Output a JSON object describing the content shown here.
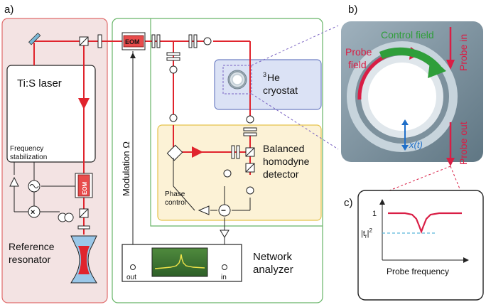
{
  "panels": {
    "a": "a)",
    "b": "b)",
    "c": "c)"
  },
  "setup": {
    "laser": "Ti:S laser",
    "freq_stab_line1": "Frequency",
    "freq_stab_line2": "stabilization",
    "ref_res_line1": "Reference",
    "ref_res_line2": "resonator",
    "eom": "EOM",
    "modulation": "Modulation Ω",
    "cryostat_sup": "3",
    "cryostat_line1": "He",
    "cryostat_line2": "cryostat",
    "detector_line1": "Balanced",
    "detector_line2": "homodyne",
    "detector_line3": "detector",
    "phase_line1": "Phase",
    "phase_line2": "control",
    "analyzer_line1": "Network",
    "analyzer_line2": "analyzer",
    "port_out": "out",
    "port_in": "in",
    "mixer": "×",
    "minus": "−"
  },
  "resonator": {
    "control_field": "Control field",
    "probe_field_line1": "Probe",
    "probe_field_line2": "field",
    "probe_in": "Probe in",
    "probe_out": "Probe out",
    "displacement": "x(t)"
  },
  "transmission_plot": {
    "y_tick_one": "1",
    "y_label_t": "|t",
    "y_label_sub": "r",
    "y_label_sup": "2",
    "y_label_close": "|",
    "x_label": "Probe frequency"
  },
  "colors": {
    "laser_beam": "#e0242d",
    "left_box": "#f3e3e3",
    "left_border": "#e06b6b",
    "mid_border": "#67b567",
    "cryo_box": "#dbe2f5",
    "cryo_border": "#6f80c4",
    "detector_box": "#fcf2d6",
    "detector_border": "#e5c24a",
    "control_arrow": "#2f9e3a",
    "trace": "#d91e45",
    "dashed": "#5ab8d9"
  }
}
